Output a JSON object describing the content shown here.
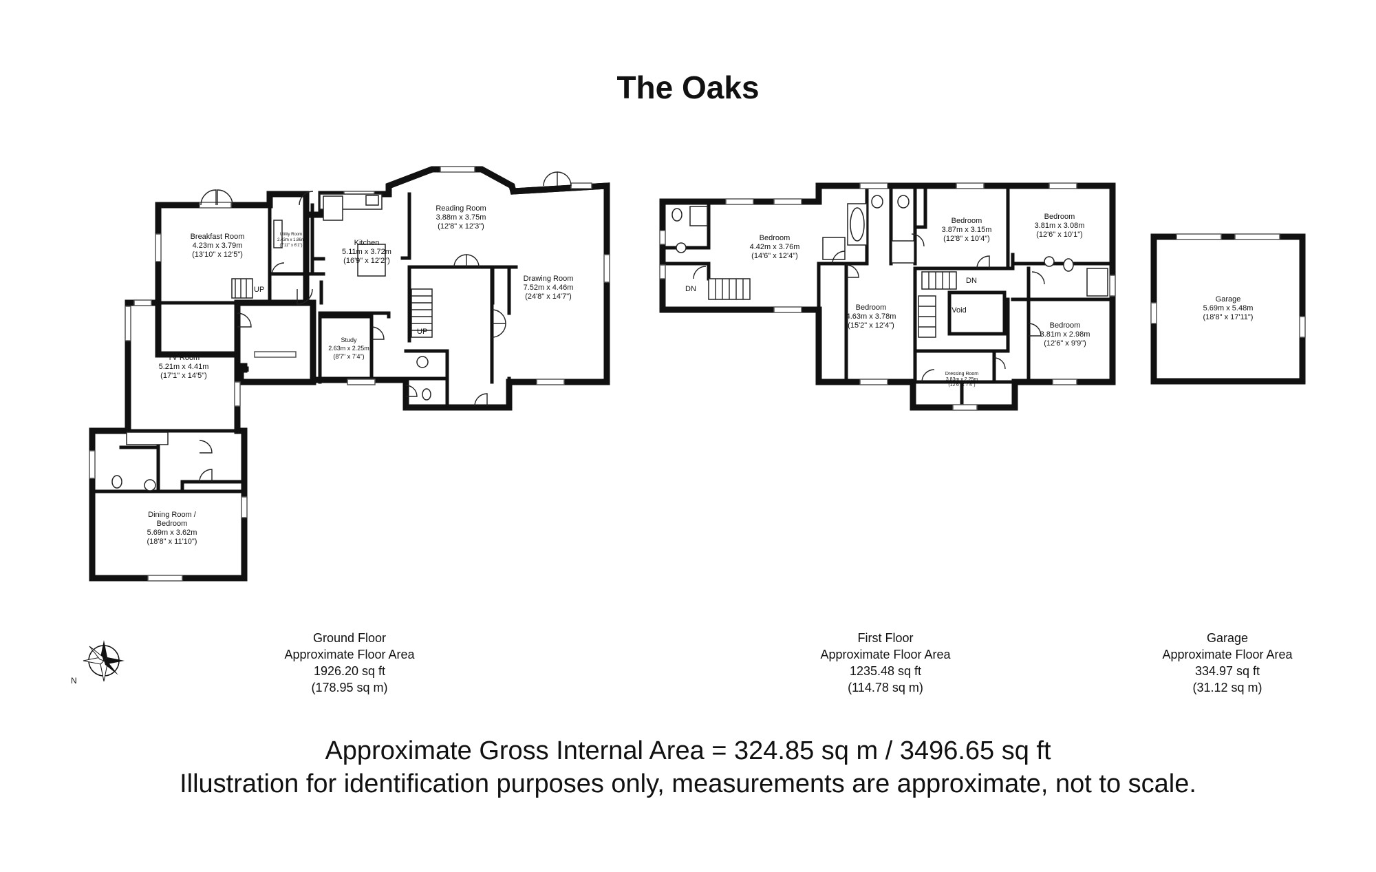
{
  "title": "The Oaks",
  "rooms": {
    "breakfast": {
      "name": "Breakfast Room",
      "metric": "4.23m x 3.79m",
      "imperial": "(13'10\" x 12'5\")"
    },
    "utility": {
      "name": "Utility Room",
      "metric": "2.43m x 1.86m",
      "imperial": "(7'11\" x 6'1\")"
    },
    "kitchen": {
      "name": "Kitchen",
      "metric": "5.11m x 3.72m",
      "imperial": "(16'9\" x 12'2\")"
    },
    "reading": {
      "name": "Reading Room",
      "metric": "3.88m x 3.75m",
      "imperial": "(12'8\" x 12'3\")"
    },
    "drawing": {
      "name": "Drawing Room",
      "metric": "7.52m x 4.46m",
      "imperial": "(24'8\" x 14'7\")"
    },
    "study": {
      "name": "Study",
      "metric": "2.63m x 2.25m",
      "imperial": "(8'7\" x 7'4\")"
    },
    "tv": {
      "name": "TV Room",
      "metric": "5.21m x 4.41m",
      "imperial": "(17'1\" x 14'5\")"
    },
    "dining": {
      "name_line1": "Dining Room /",
      "name_line2": "Bedroom",
      "metric": "5.69m x 3.62m",
      "imperial": "(18'8\" x 11'10\")"
    },
    "bed1": {
      "name": "Bedroom",
      "metric": "4.42m x 3.76m",
      "imperial": "(14'6\" x 12'4\")"
    },
    "bed2": {
      "name": "Bedroom",
      "metric": "4.63m x 3.78m",
      "imperial": "(15'2\" x 12'4\")"
    },
    "bed3": {
      "name": "Bedroom",
      "metric": "3.87m x 3.15m",
      "imperial": "(12'8\" x 10'4\")"
    },
    "bed4": {
      "name": "Bedroom",
      "metric": "3.81m x 3.08m",
      "imperial": "(12'6\" x 10'1\")"
    },
    "bed5": {
      "name": "Bedroom",
      "metric": "3.81m x 2.98m",
      "imperial": "(12'6\" x 9'9\")"
    },
    "dressing": {
      "name": "Dressing Room",
      "metric": "3.83m x 2.25m",
      "imperial": "(12'6\" x 7'4\")"
    },
    "garage": {
      "name": "Garage",
      "metric": "5.69m x 5.48m",
      "imperial": "(18'8\" x 17'11\")"
    }
  },
  "markers": {
    "up": "UP",
    "dn": "DN",
    "void": "Void",
    "north": "N"
  },
  "floors": [
    {
      "name": "Ground Floor",
      "area_label": "Approximate Floor Area",
      "sqft": "1926.20 sq ft",
      "sqm": "(178.95 sq m)"
    },
    {
      "name": "First Floor",
      "area_label": "Approximate Floor Area",
      "sqft": "1235.48 sq ft",
      "sqm": "(114.78 sq m)"
    },
    {
      "name": "Garage",
      "area_label": "Approximate Floor Area",
      "sqft": "334.97 sq ft",
      "sqm": "(31.12 sq m)"
    }
  ],
  "footer": {
    "gross_area": "Approximate Gross Internal Area = 324.85 sq m / 3496.65 sq ft",
    "disclaimer": "Illustration for identification purposes only, measurements are approximate, not to scale."
  }
}
